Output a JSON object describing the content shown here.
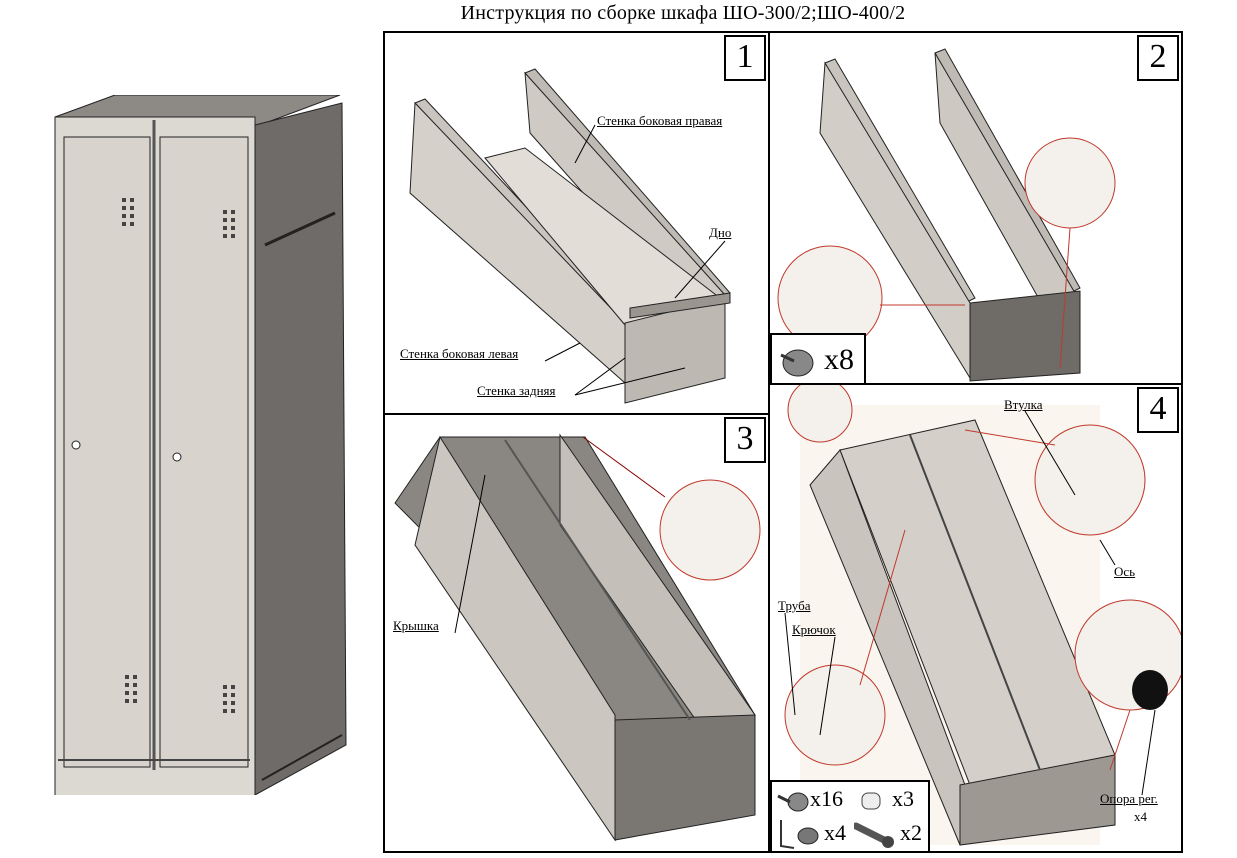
{
  "title": "Инструкция по сборке шкафа ШО-300/2;ШО-400/2",
  "steps": [
    {
      "number": "1",
      "labels": {
        "right_wall": "Стенка боковая правая",
        "bottom": "Дно",
        "left_wall": "Стенка боковая левая",
        "back_wall": "Стенка задняя"
      }
    },
    {
      "number": "2",
      "fastener_qty": "x8"
    },
    {
      "number": "3",
      "labels": {
        "lid": "Крышка"
      }
    },
    {
      "number": "4",
      "labels": {
        "bushing": "Втулка",
        "axis": "Ось",
        "tube": "Труба",
        "hook": "Крючок",
        "foot": "Опора рег.",
        "foot_qty": "x4"
      },
      "parts": {
        "screws": "x16",
        "bushings": "x3",
        "feet": "x4",
        "hooks": "x2"
      }
    }
  ],
  "colors": {
    "panel_light": "#cfcac4",
    "panel_mid": "#a9a49f",
    "panel_dark": "#7a7672",
    "callout_red": "#c0392b"
  }
}
